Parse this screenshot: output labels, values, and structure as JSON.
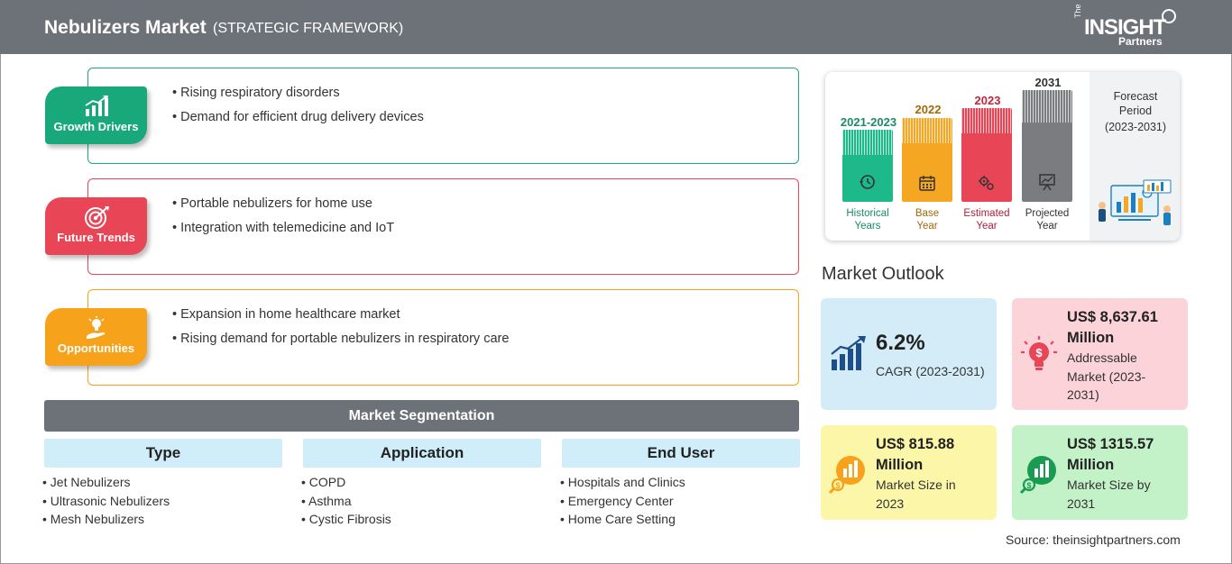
{
  "header": {
    "title": "Nebulizers Market",
    "subtitle": "(STRATEGIC FRAMEWORK)",
    "logo_small": "The",
    "logo_main": "INSIGHT",
    "logo_sub": "Partners"
  },
  "framework": [
    {
      "label": "Growth Drivers",
      "color": "#18a87a",
      "icon": "growth-chart-icon",
      "items": [
        "Rising respiratory disorders",
        "Demand for efficient drug delivery devices"
      ]
    },
    {
      "label": "Future Trends",
      "color": "#e84557",
      "icon": "target-icon",
      "items": [
        "Portable nebulizers for home use",
        "Integration with telemedicine and IoT"
      ]
    },
    {
      "label": "Opportunities",
      "color": "#f6a21a",
      "icon": "lightbulb-hand-icon",
      "items": [
        "Expansion in home healthcare market",
        "Rising demand for portable nebulizers in respiratory care"
      ]
    }
  ],
  "segmentation": {
    "title": "Market Segmentation",
    "columns": [
      {
        "header": "Type",
        "items": [
          "Jet Nebulizers",
          "Ultrasonic Nebulizers",
          "Mesh Nebulizers"
        ]
      },
      {
        "header": "Application",
        "items": [
          "COPD",
          "Asthma",
          "Cystic Fibrosis"
        ]
      },
      {
        "header": "End User",
        "items": [
          "Hospitals and Clinics",
          "Emergency Center",
          "Home Care Setting"
        ]
      }
    ]
  },
  "timeline": {
    "columns": [
      {
        "year": "2021-2023",
        "caption_1": "Historical",
        "caption_2": "Years",
        "color": "#1db98a",
        "year_color": "#1a8a68",
        "cap_color": "#1a8a68",
        "icon": "history-icon"
      },
      {
        "year": "2022",
        "caption_1": "Base",
        "caption_2": "Year",
        "color": "#f5a623",
        "year_color": "#a06a0a",
        "cap_color": "#a06a0a",
        "icon": "calendar-icon"
      },
      {
        "year": "2023",
        "caption_1": "Estimated",
        "caption_2": "Year",
        "color": "#e84557",
        "year_color": "#c2243a",
        "cap_color": "#b0203a",
        "icon": "gears-icon"
      },
      {
        "year": "2031",
        "caption_1": "Projected",
        "caption_2": "Year",
        "color": "#7a7c80",
        "year_color": "#333333",
        "cap_color": "#333333",
        "icon": "presentation-icon"
      }
    ],
    "forecast_1": "Forecast",
    "forecast_2": "Period",
    "forecast_3": "(2023-2031)"
  },
  "outlook": {
    "title": "Market Outlook",
    "cagr_value": "6.2%",
    "cagr_label": "CAGR (2023-2031)",
    "addressable_value_1": "US$ 8,637.61",
    "addressable_value_2": "Million",
    "addressable_label_1": "Addressable",
    "addressable_label_2": "Market (2023-",
    "addressable_label_3": "2031)",
    "size_2023_value_1": "US$ 815.88",
    "size_2023_value_2": "Million",
    "size_2023_label_1": "Market Size in",
    "size_2023_label_2": "2023",
    "size_2031_value_1": "US$ 1315.57",
    "size_2031_value_2": "Million",
    "size_2031_label_1": "Market Size by",
    "size_2031_label_2": "2031",
    "colors": {
      "cagr": "#d4ecf7",
      "addressable": "#fbd3d9",
      "size_2023": "#fbf6a8",
      "size_2031": "#c3f1c8"
    }
  },
  "source": "Source: theinsightpartners.com"
}
